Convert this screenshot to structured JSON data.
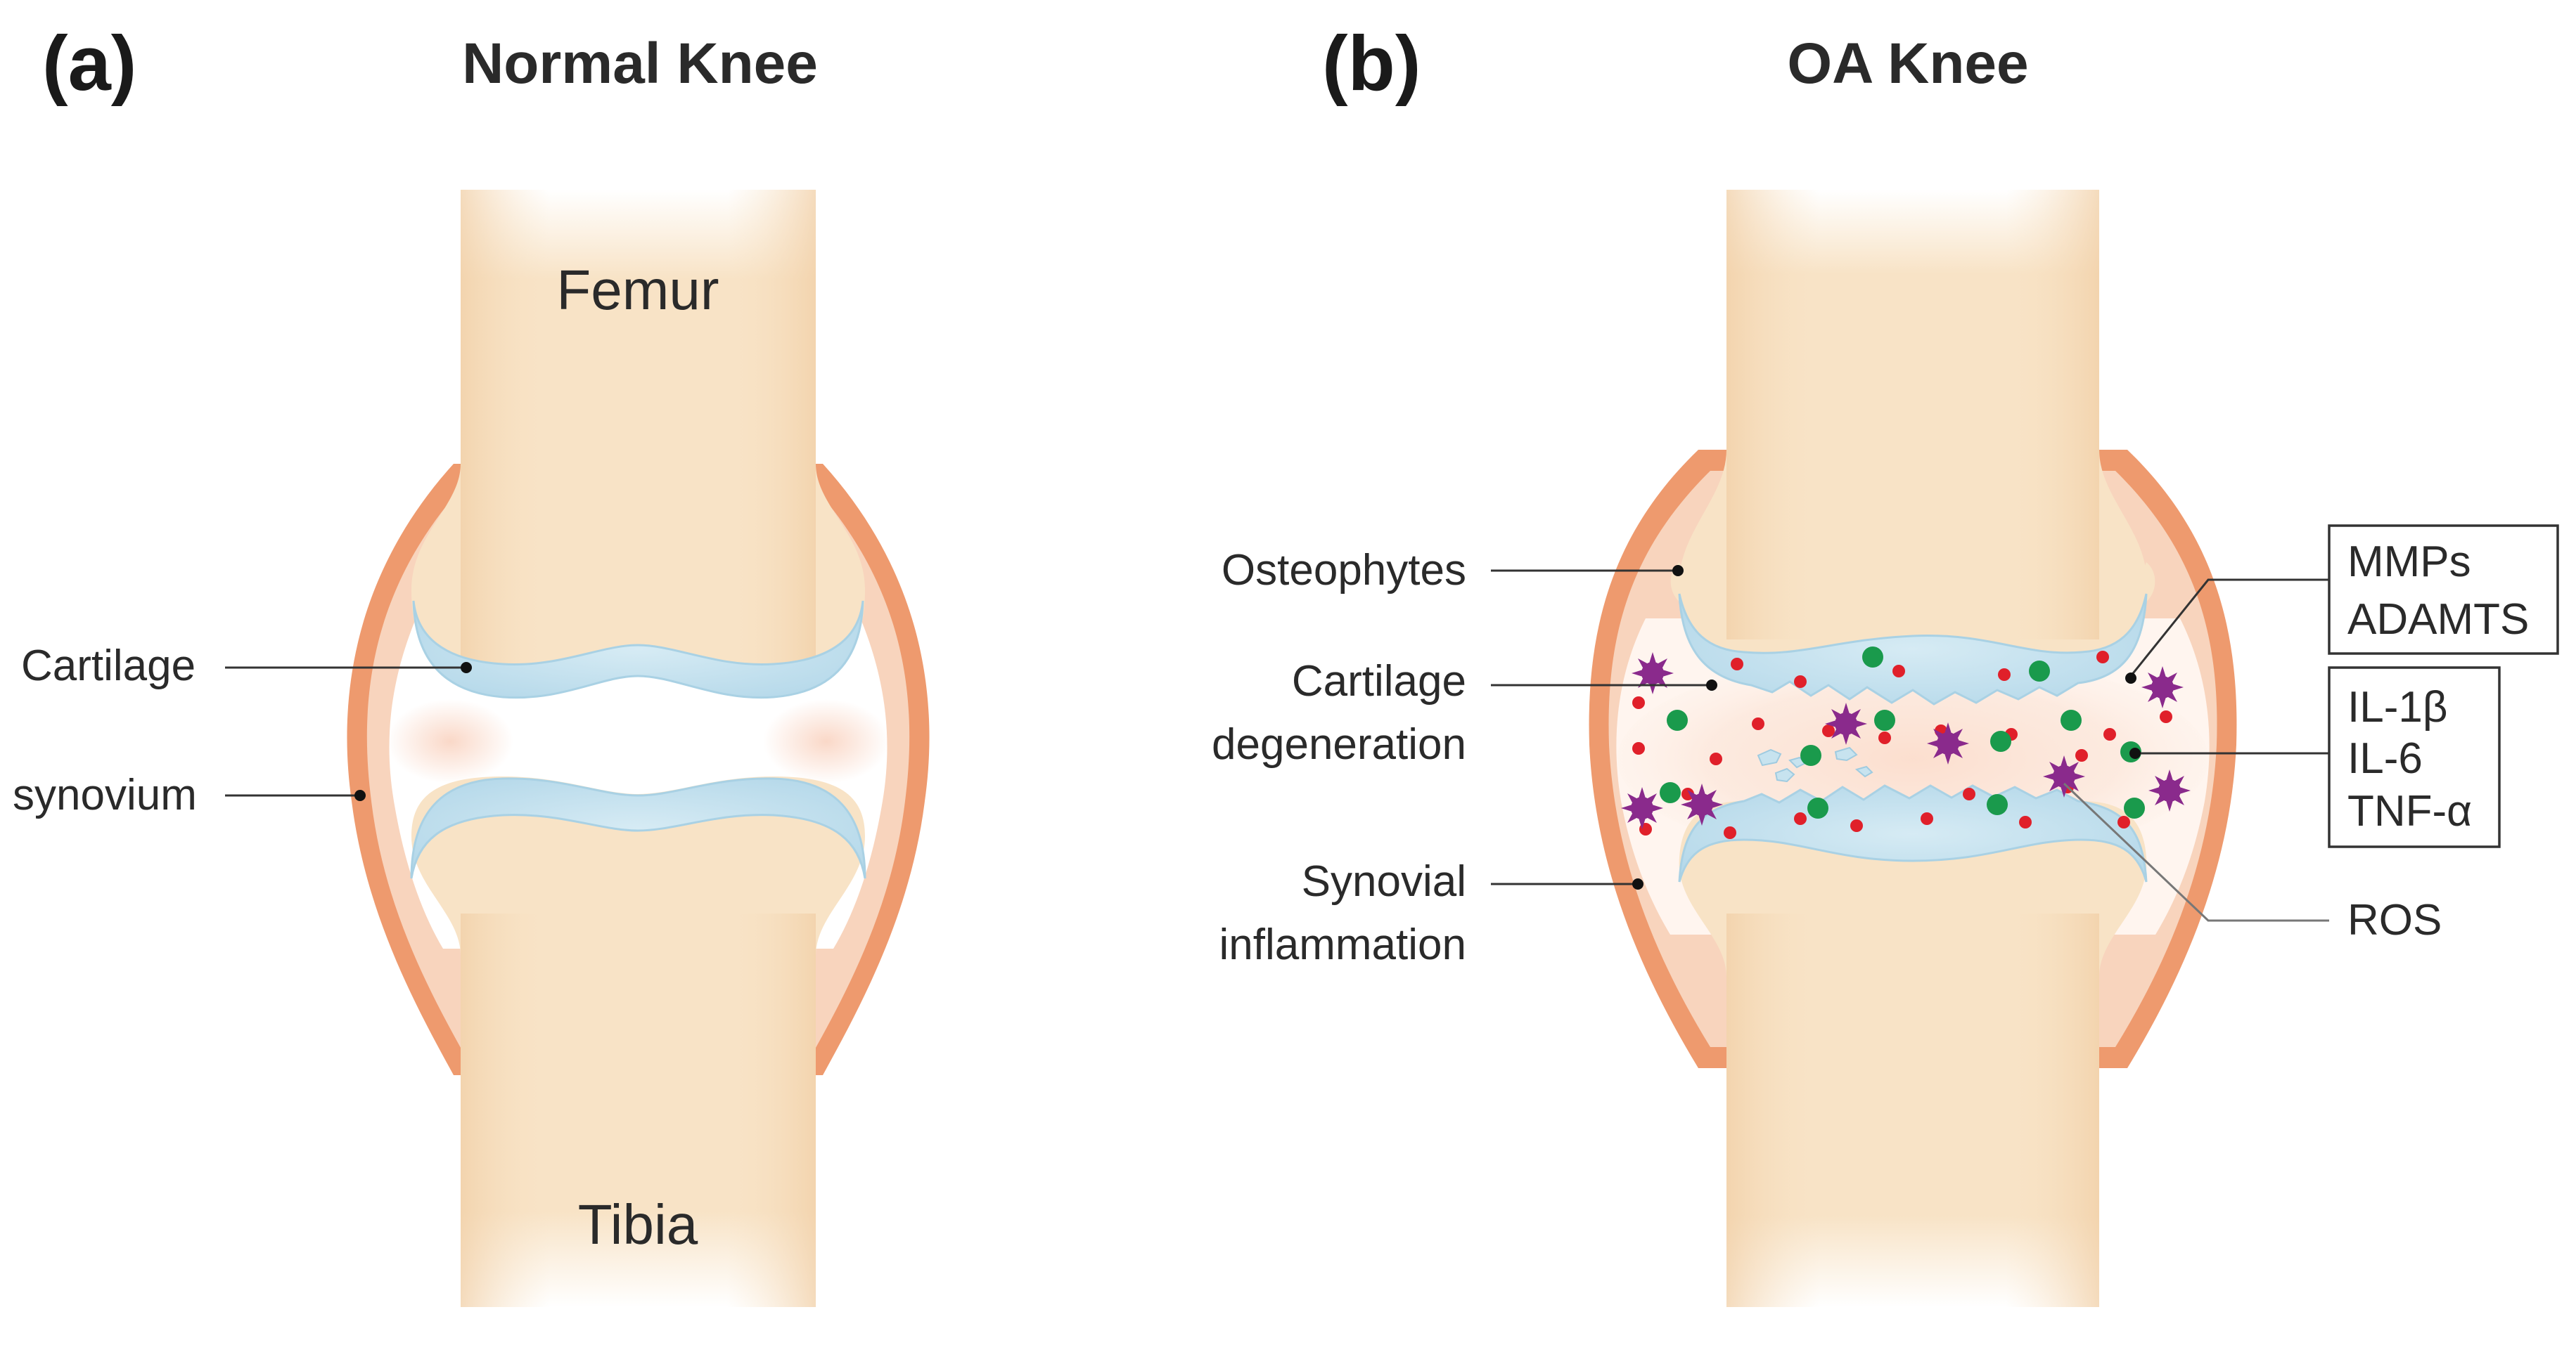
{
  "panel_a": {
    "letter": "(a)",
    "title": "Normal Knee",
    "labels": {
      "femur": "Femur",
      "tibia": "Tibia",
      "cartilage": "Cartilage",
      "synovium": "synovium"
    }
  },
  "panel_b": {
    "letter": "(b)",
    "title": "OA Knee",
    "labels": {
      "osteophytes": "Osteophytes",
      "cartilage_degeneration": [
        "Cartilage",
        "degeneration"
      ],
      "synovial_inflammation": [
        "Synovial",
        "inflammation"
      ],
      "enzymes_box": [
        "MMPs",
        "ADAMTS"
      ],
      "cytokines_box": [
        "IL-1β",
        "IL-6",
        "TNF-α"
      ],
      "ros": "ROS"
    }
  },
  "colors": {
    "bone": "#f8e3c6",
    "bone_shade": "#f3d2ac",
    "cartilage": "#c7e3ef",
    "cartilage_edge": "#a9d1e4",
    "synovium": "#ee9a6e",
    "synovium_light": "#f8d4bd",
    "red_particle": "#e0202a",
    "green_particle": "#1a9a4c",
    "purple_particle": "#8a2a8c"
  }
}
